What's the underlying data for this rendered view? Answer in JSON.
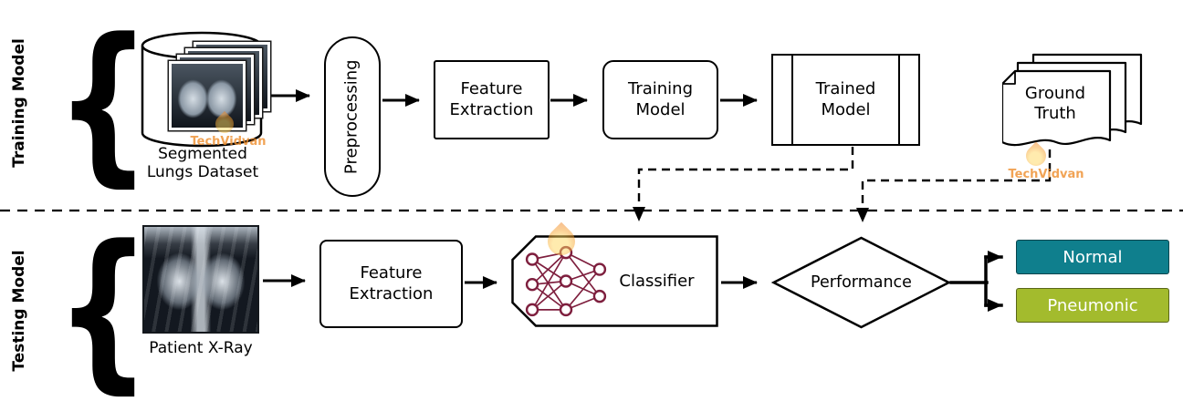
{
  "watermark": {
    "text": "TechVidvan",
    "color": "#ee8d2b"
  },
  "colors": {
    "nn_stroke": "#7e1f3e",
    "normal_bg": "#0f7f8d",
    "pneumonic_bg": "#a3bb2d"
  },
  "sections": {
    "training": {
      "label": "Training Model",
      "brace": "{"
    },
    "testing": {
      "label": "Testing Model",
      "brace": "{"
    }
  },
  "training": {
    "dataset_caption": "Segmented\nLungs Dataset",
    "preprocessing_label": "Preprocessing",
    "feature_extraction_label": "Feature\nExtraction",
    "training_model_label": "Training\nModel",
    "trained_model_label": "Trained\nModel",
    "ground_truth_label": "Ground\nTruth"
  },
  "testing": {
    "xray_caption": "Patient X-Ray",
    "feature_extraction_label": "Feature\nExtraction",
    "classifier_label": "Classifier",
    "performance_label": "Performance",
    "outputs": [
      {
        "label": "Normal",
        "bg": "#0f7f8d"
      },
      {
        "label": "Pneumonic",
        "bg": "#a3bb2d"
      }
    ]
  }
}
